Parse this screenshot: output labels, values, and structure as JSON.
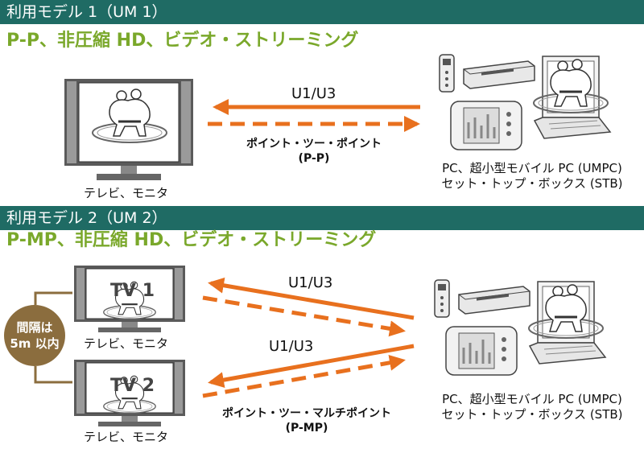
{
  "um1": {
    "banner": "利用モデル 1（UM 1）",
    "subtitle": "P-P、非圧縮 HD、ビデオ・ストリーミング",
    "tv_caption": "テレビ、モニタ",
    "link_label": "U1/U3",
    "connection_line1": "ポイント・ツー・ポイント",
    "connection_line2": "(P-P)",
    "device_line1": "PC、超小型モバイル PC (UMPC)",
    "device_line2": "セット・トップ・ボックス (STB)"
  },
  "um2": {
    "banner": "利用モデル 2（UM 2）",
    "subtitle": "P-MP、非圧縮 HD、ビデオ・ストリーミング",
    "tv1_label": "TV 1",
    "tv2_label": "TV 2",
    "tv1_caption": "テレビ、モニタ",
    "tv2_caption": "テレビ、モニタ",
    "distance_line1": "間隔は",
    "distance_line2": "5m 以内",
    "link1_label": "U1/U3",
    "link2_label": "U1/U3",
    "connection_line1": "ポイント・ツー・マルチポイント",
    "connection_line2": "(P-MP)",
    "device_line1": "PC、超小型モバイル PC (UMPC)",
    "device_line2": "セット・トップ・ボックス (STB)"
  },
  "colors": {
    "banner": "#1f6b64",
    "subtitle": "#7aa82b",
    "arrow": "#e8701e",
    "distance_badge": "#8b6d3e"
  },
  "icons": [
    "tv-monitor-icon",
    "sumo-wrestlers-icon",
    "remote-control-icon",
    "set-top-box-icon",
    "umpc-device-icon",
    "laptop-icon"
  ]
}
